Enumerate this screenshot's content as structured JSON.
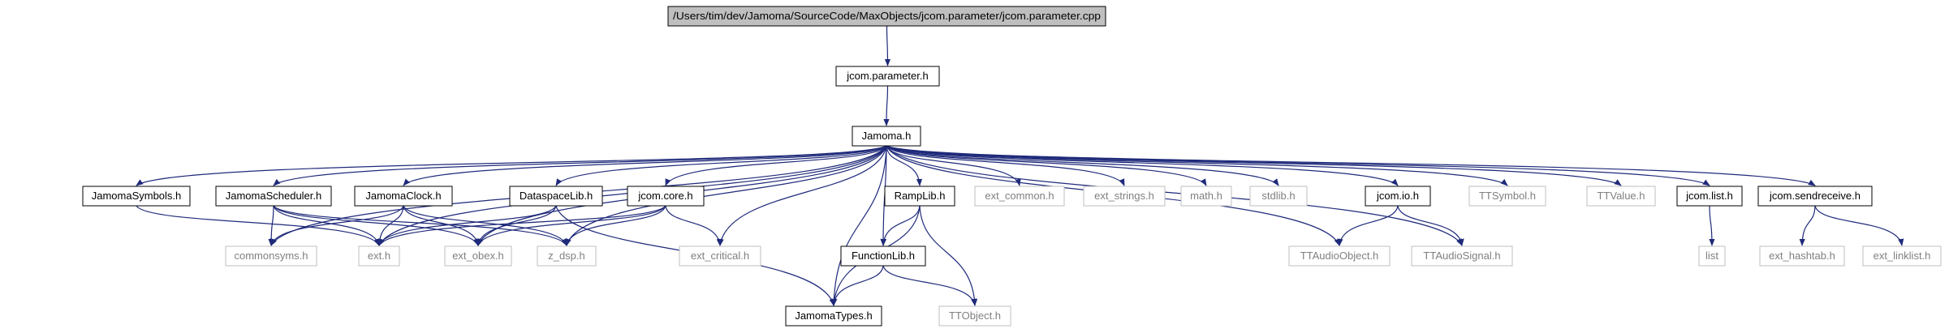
{
  "root": "/Users/tim/dev/Jamoma/SourceCode/MaxObjects/jcom.parameter/jcom.parameter.cpp",
  "colors": {
    "edge": "#1f2a7a",
    "documented_border": "#000000",
    "undocumented_border": "#bfbfbf",
    "root_fill": "#bfbfbf",
    "node_fill": "#ffffff",
    "documented_text": "#000000",
    "undocumented_text": "#808080"
  },
  "nodes": {
    "root": "/Users/tim/dev/Jamoma/SourceCode/MaxObjects/jcom.parameter/jcom.parameter.cpp",
    "param_h": "jcom.parameter.h",
    "jamoma_h": "Jamoma.h",
    "symbols": "JamomaSymbols.h",
    "scheduler": "JamomaScheduler.h",
    "clock": "JamomaClock.h",
    "dataspace": "DataspaceLib.h",
    "core": "jcom.core.h",
    "ramp": "RampLib.h",
    "ext_common": "ext_common.h",
    "ext_strings": "ext_strings.h",
    "math": "math.h",
    "stdlib": "stdlib.h",
    "io": "jcom.io.h",
    "ttsymbol": "TTSymbol.h",
    "ttvalue": "TTValue.h",
    "list_h": "jcom.list.h",
    "sendreceive": "jcom.sendreceive.h",
    "commonsyms": "commonsyms.h",
    "ext": "ext.h",
    "ext_obex": "ext_obex.h",
    "z_dsp": "z_dsp.h",
    "ext_critical": "ext_critical.h",
    "functionlib": "FunctionLib.h",
    "ttaudioobject": "TTAudioObject.h",
    "ttaudiosignal": "TTAudioSignal.h",
    "list": "list",
    "ext_hashtab": "ext_hashtab.h",
    "ext_linklist": "ext_linklist.h",
    "jamomatypes": "JamomaTypes.h",
    "ttobject": "TTObject.h"
  },
  "undocumented": [
    "ext_common",
    "ext_strings",
    "math",
    "stdlib",
    "ttsymbol",
    "ttvalue",
    "commonsyms",
    "ext",
    "ext_obex",
    "z_dsp",
    "ext_critical",
    "ttaudioobject",
    "ttaudiosignal",
    "list",
    "ext_hashtab",
    "ext_linklist",
    "ttobject"
  ],
  "edges": [
    [
      "root",
      "param_h"
    ],
    [
      "param_h",
      "jamoma_h"
    ],
    [
      "jamoma_h",
      "symbols"
    ],
    [
      "jamoma_h",
      "scheduler"
    ],
    [
      "jamoma_h",
      "clock"
    ],
    [
      "jamoma_h",
      "dataspace"
    ],
    [
      "jamoma_h",
      "core"
    ],
    [
      "jamoma_h",
      "ramp"
    ],
    [
      "jamoma_h",
      "ext_common"
    ],
    [
      "jamoma_h",
      "ext_strings"
    ],
    [
      "jamoma_h",
      "math"
    ],
    [
      "jamoma_h",
      "stdlib"
    ],
    [
      "jamoma_h",
      "io"
    ],
    [
      "jamoma_h",
      "ttsymbol"
    ],
    [
      "jamoma_h",
      "ttvalue"
    ],
    [
      "jamoma_h",
      "list_h"
    ],
    [
      "jamoma_h",
      "sendreceive"
    ],
    [
      "jamoma_h",
      "commonsyms"
    ],
    [
      "jamoma_h",
      "ext"
    ],
    [
      "jamoma_h",
      "ext_obex"
    ],
    [
      "jamoma_h",
      "z_dsp"
    ],
    [
      "jamoma_h",
      "ext_critical"
    ],
    [
      "jamoma_h",
      "jamomatypes"
    ],
    [
      "jamoma_h",
      "functionlib"
    ],
    [
      "jamoma_h",
      "ttaudioobject"
    ],
    [
      "jamoma_h",
      "ttaudiosignal"
    ],
    [
      "symbols",
      "ext"
    ],
    [
      "scheduler",
      "commonsyms"
    ],
    [
      "scheduler",
      "ext"
    ],
    [
      "scheduler",
      "ext_obex"
    ],
    [
      "scheduler",
      "z_dsp"
    ],
    [
      "clock",
      "commonsyms"
    ],
    [
      "clock",
      "ext"
    ],
    [
      "clock",
      "ext_obex"
    ],
    [
      "clock",
      "z_dsp"
    ],
    [
      "dataspace",
      "ext"
    ],
    [
      "dataspace",
      "ext_obex"
    ],
    [
      "dataspace",
      "jamomatypes"
    ],
    [
      "core",
      "ext"
    ],
    [
      "core",
      "ext_obex"
    ],
    [
      "core",
      "z_dsp"
    ],
    [
      "core",
      "ext_critical"
    ],
    [
      "ramp",
      "functionlib"
    ],
    [
      "ramp",
      "jamomatypes"
    ],
    [
      "ramp",
      "ttobject"
    ],
    [
      "functionlib",
      "jamomatypes"
    ],
    [
      "functionlib",
      "ttobject"
    ],
    [
      "io",
      "ttaudioobject"
    ],
    [
      "io",
      "ttaudiosignal"
    ],
    [
      "list_h",
      "list"
    ],
    [
      "sendreceive",
      "ext_hashtab"
    ],
    [
      "sendreceive",
      "ext_linklist"
    ]
  ]
}
